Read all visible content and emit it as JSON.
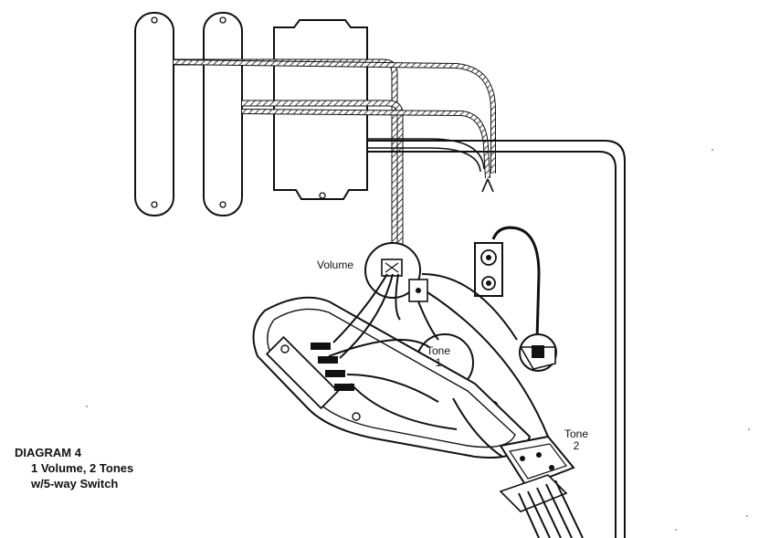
{
  "labels": {
    "volume": "Volume",
    "tone1_line1": "Tone",
    "tone1_line2": "1",
    "tone2_line1": "Tone",
    "tone2_line2": "2"
  },
  "title": {
    "heading": "DIAGRAM 4",
    "line1": "1 Volume, 2 Tones",
    "line2": "w/5-way Switch"
  },
  "colors": {
    "ink": "#111111",
    "paper": "#ffffff"
  }
}
